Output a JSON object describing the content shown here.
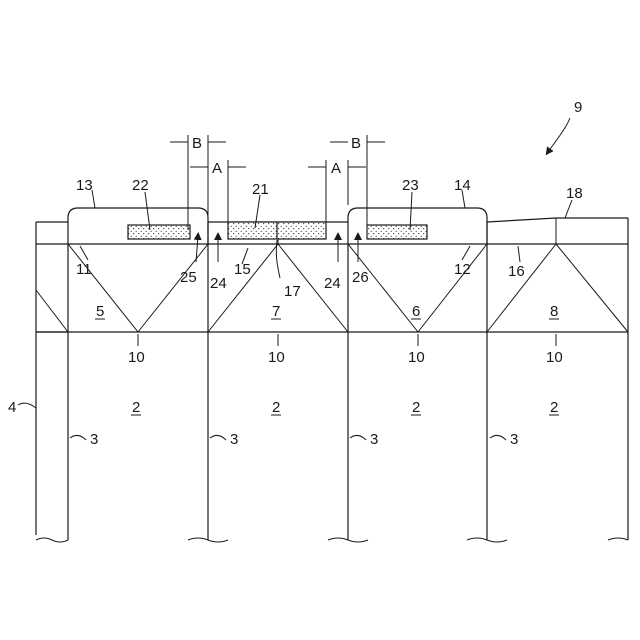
{
  "labels": {
    "n9": "9",
    "n13": "13",
    "n14": "14",
    "n18": "18",
    "n22": "22",
    "n21": "21",
    "n23": "23",
    "n11": "11",
    "n12": "12",
    "n16": "16",
    "n15": "15",
    "n17": "17",
    "n25": "25",
    "n26": "26",
    "n24a": "24",
    "n24b": "24",
    "dimA1": "A",
    "dimA2": "A",
    "dimB1": "B",
    "dimB2": "B",
    "cell5": "5",
    "cell7": "7",
    "cell6": "6",
    "cell8": "8",
    "n10a": "10",
    "n10b": "10",
    "n10c": "10",
    "n10d": "10",
    "n2a": "2",
    "n2b": "2",
    "n2c": "2",
    "n2d": "2",
    "n3a": "3",
    "n3b": "3",
    "n3c": "3",
    "n3d": "3",
    "n4": "4"
  }
}
